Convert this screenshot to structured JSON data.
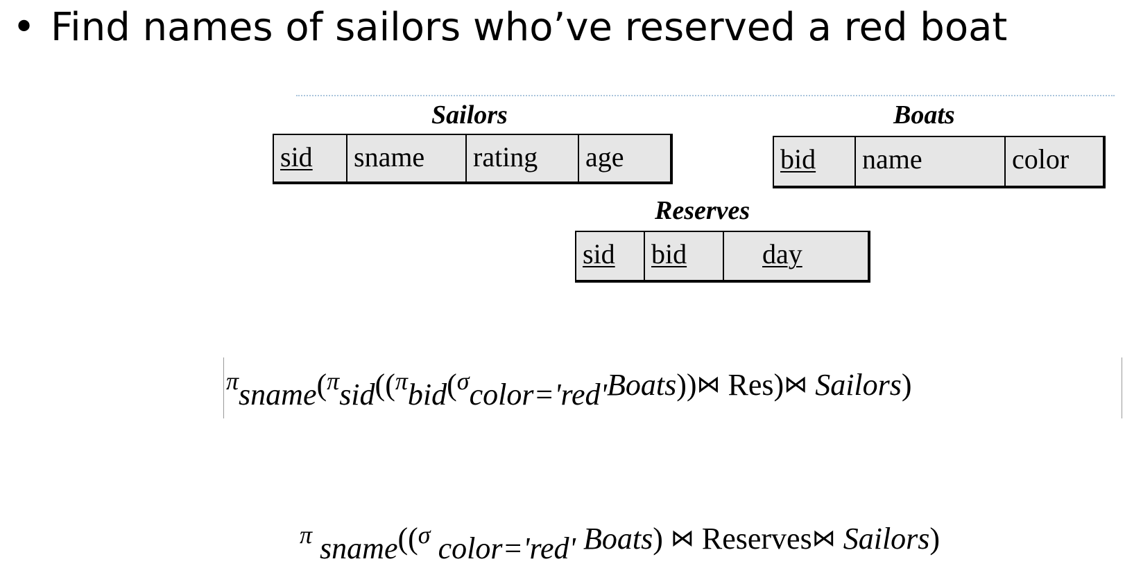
{
  "bullet": "•",
  "heading": "Find names of sailors who’ve reserved a red boat",
  "relations": {
    "sailors": {
      "title": "Sailors",
      "cols": [
        "sid",
        "sname",
        "rating",
        "age"
      ]
    },
    "boats": {
      "title": "Boats",
      "cols": [
        "bid",
        "name",
        "color"
      ]
    },
    "reserves": {
      "title": "Reserves",
      "cols": [
        "sid",
        "bid",
        "day"
      ]
    }
  },
  "formula1": {
    "pi": "π",
    "sigma": "σ",
    "join": "⋈",
    "sname": "sname",
    "sid": "sid",
    "bid": "bid",
    "cond": "color='red'",
    "boats": "Boats",
    "res": "Res",
    "sailors": "Sailors",
    "p_open": "(",
    "p_open2": "((",
    "p_close2": "))",
    "p_close": ")"
  },
  "formula2": {
    "pi": "π",
    "sigma": "σ",
    "join": "⋈",
    "sname": "sname",
    "cond": "color='red'",
    "boats": "Boats",
    "reserves": "Reserves",
    "sailors": "Sailors",
    "p_open2": "((",
    "p_close": ")"
  }
}
